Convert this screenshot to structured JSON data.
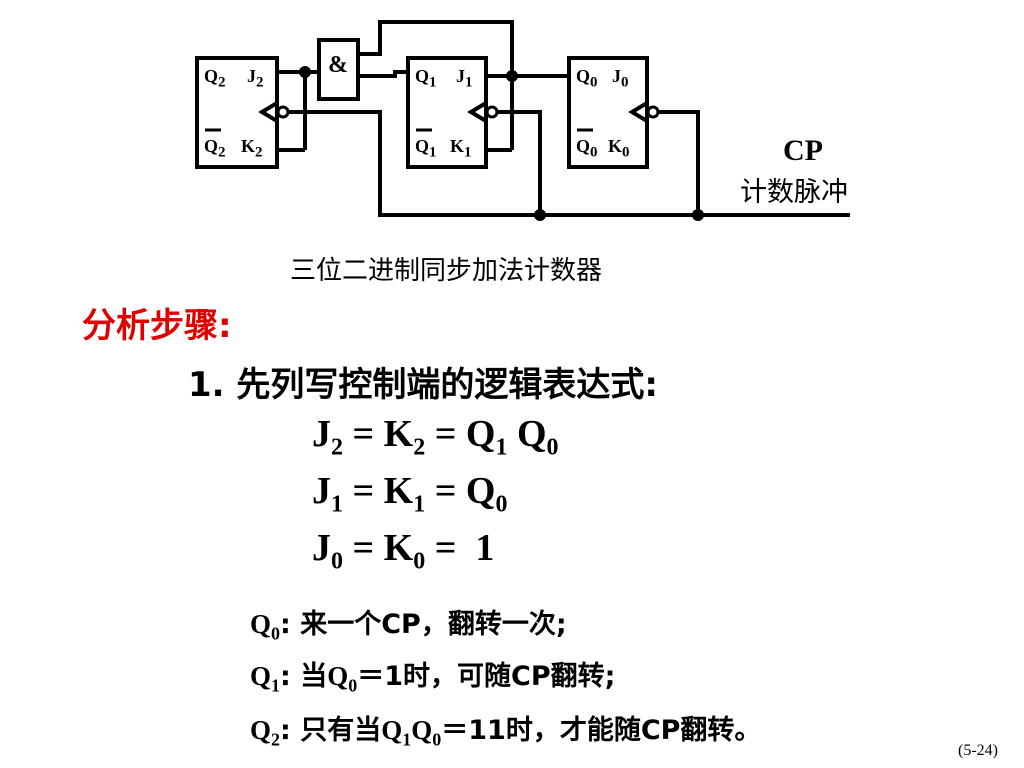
{
  "diagram": {
    "flipflops": [
      {
        "q": "Q",
        "q_sub": "2",
        "j": "J",
        "j_sub": "2",
        "qbar": "Q",
        "qbar_sub": "2",
        "k": "K",
        "k_sub": "2"
      },
      {
        "q": "Q",
        "q_sub": "1",
        "j": "J",
        "j_sub": "1",
        "qbar": "Q",
        "qbar_sub": "1",
        "k": "K",
        "k_sub": "1"
      },
      {
        "q": "Q",
        "q_sub": "0",
        "j": "J",
        "j_sub": "0",
        "qbar": "Q",
        "qbar_sub": "0",
        "k": "K",
        "k_sub": "0"
      }
    ],
    "and_gate": "&",
    "cp_label": "CP",
    "cp_desc": "计数脉冲",
    "caption": "三位二进制同步加法计数器"
  },
  "heading": "分析步骤:",
  "step1": "1.  先列写控制端的逻辑表达式:",
  "equations": {
    "eq1": {
      "a": "J",
      "a_sub": "2",
      "sep1": " = ",
      "b": "K",
      "b_sub": "2",
      "sep2": " = ",
      "c": "Q",
      "c_sub": "1",
      "sep3": " ",
      "d": "Q",
      "d_sub": "0"
    },
    "eq2": {
      "a": "J",
      "a_sub": "1",
      "sep1": " = ",
      "b": "K",
      "b_sub": "1",
      "sep2": " = ",
      "c": "Q",
      "c_sub": "0"
    },
    "eq3": {
      "a": "J",
      "a_sub": "0",
      "sep1": " = ",
      "b": "K",
      "b_sub": "0",
      "sep2": " =  ",
      "c": "1"
    }
  },
  "notes": {
    "n1": {
      "q": "Q",
      "q_sub": "0",
      "text": ":  来一个CP，翻转一次;"
    },
    "n2": {
      "q": "Q",
      "q_sub": "1",
      "t1": ": 当",
      "q2": "Q",
      "q2_sub": "0",
      "t2": "＝1时，可随CP翻转;"
    },
    "n3": {
      "q": "Q",
      "q_sub": "2",
      "t1": ": 只有当",
      "q2": "Q",
      "q2_sub": "1",
      "q3": "Q",
      "q3_sub": "0",
      "t2": "＝11时，才能随CP翻转。"
    }
  },
  "page_number": "(5-24)"
}
